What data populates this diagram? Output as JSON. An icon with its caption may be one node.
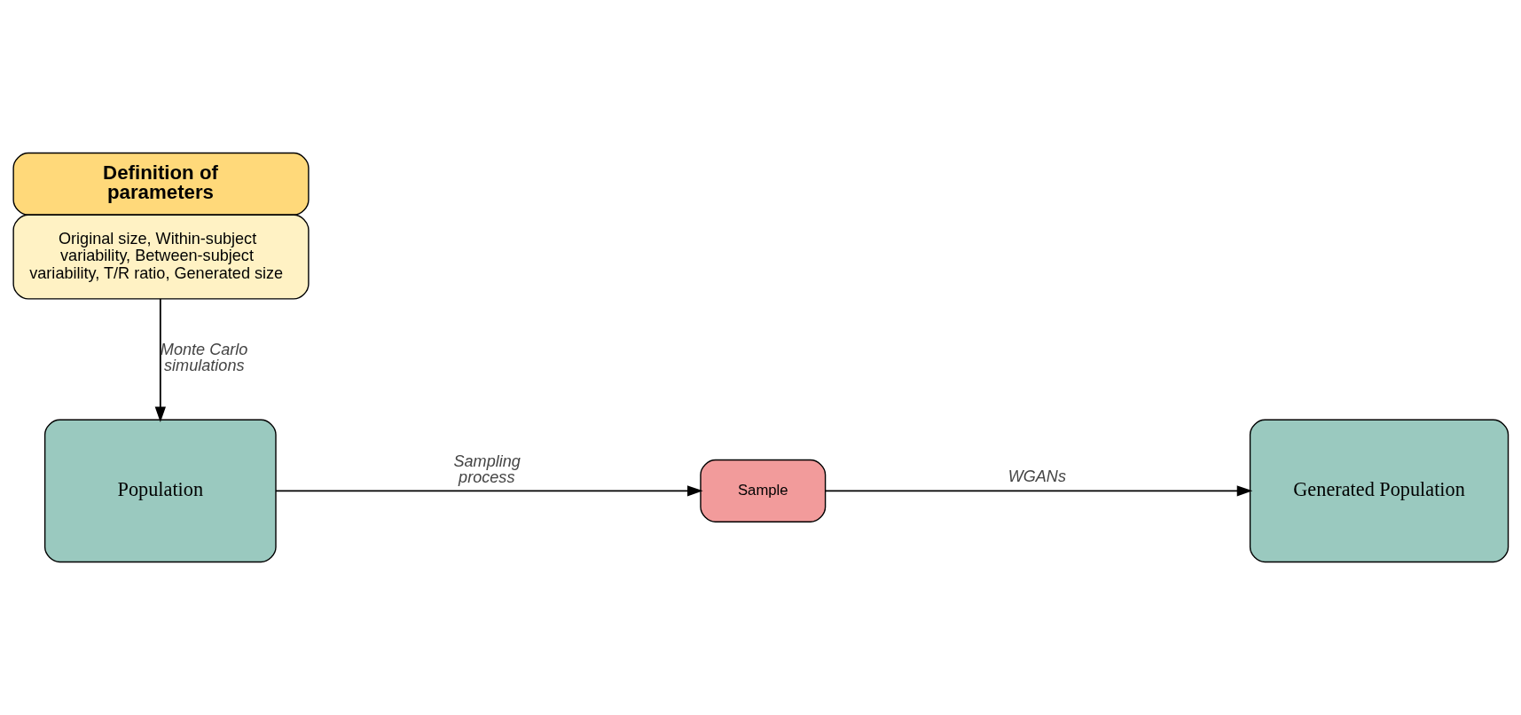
{
  "diagram": {
    "nodes": [
      {
        "text": [
          "Definition of parameters",
          "Original size, Within-subject variability, Between-subject variability, T/R ratio, Generated size"
        ]
      },
      {
        "text": [
          "Population"
        ]
      },
      {
        "text": [
          "Sample"
        ]
      },
      {
        "text": [
          "Generated Population"
        ]
      }
    ],
    "edges": [
      {
        "from": 0,
        "to": 1,
        "arrow": "to",
        "label": "Monte Carlo simulations"
      },
      {
        "from": 1,
        "to": 2,
        "arrow": "to",
        "label": "Sampling process"
      },
      {
        "from": 2,
        "to": 3,
        "arrow": "to",
        "label": "WGANs"
      }
    ]
  }
}
